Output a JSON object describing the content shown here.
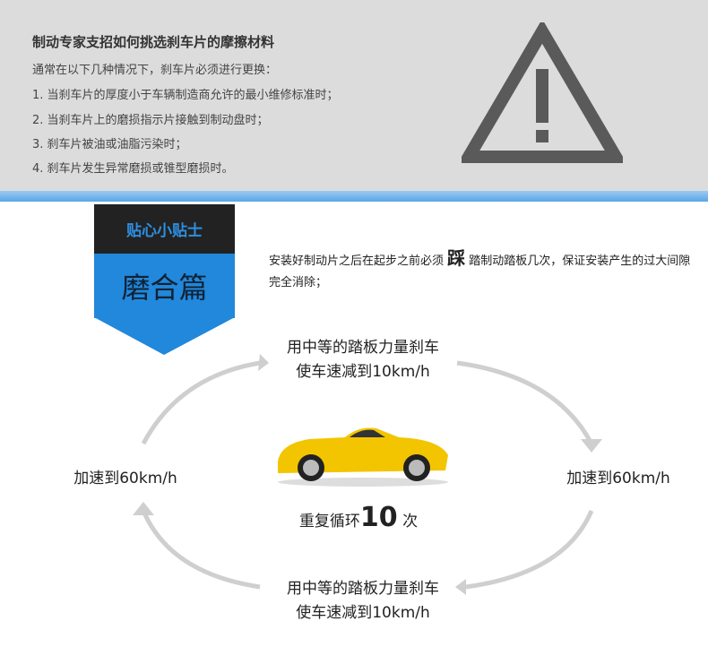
{
  "header": {
    "title": "制动专家支招如何挑选刹车片的摩擦材料",
    "intro": "通常在以下几种情况下，刹车片必须进行更换：",
    "items": [
      "1. 当刹车片的厚度小于车辆制造商允许的最小维修标准时；",
      "2. 当刹车片上的磨损指示片接触到制动盘时；",
      "3. 刹车片被油或油脂污染时；",
      "4. 刹车片发生异常磨损或锥型磨损时。"
    ]
  },
  "tip": {
    "label": "贴心小贴士",
    "section": "磨合篇",
    "text_before": "安装好制动片之后在起步之前必须",
    "emphasis": "踩",
    "text_after": "踏制动踏板几次，保证安装产生的过大间隙完全消除；"
  },
  "cycle": {
    "top_line1": "用中等的踏板力量刹车",
    "top_line2": "使车速减到10km/h",
    "right": "加速到60km/h",
    "bottom_line1": "用中等的踏板力量刹车",
    "bottom_line2": "使车速减到10km/h",
    "left": "加速到60km/h",
    "repeat_before": "重复循环",
    "repeat_count": "10",
    "repeat_after": "次"
  }
}
